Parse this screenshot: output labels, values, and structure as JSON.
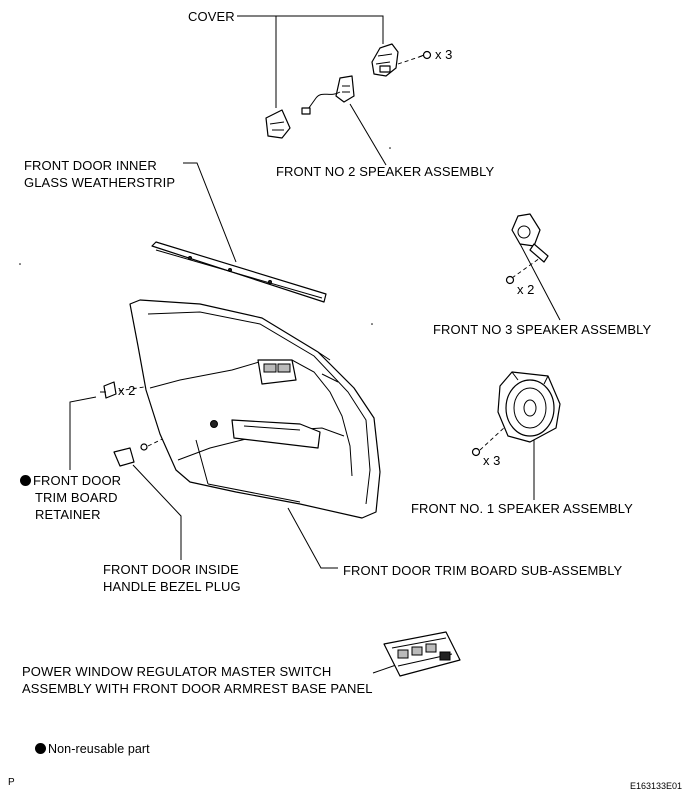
{
  "labels": {
    "cover": "COVER",
    "speaker2": "FRONT NO  2 SPEAKER ASSEMBLY",
    "weatherstrip_line1": "FRONT DOOR INNER",
    "weatherstrip_line2": "GLASS WEATHERSTRIP",
    "speaker3": "FRONT NO  3 SPEAKER ASSEMBLY",
    "retainer_line1": "FRONT DOOR",
    "retainer_line2": "TRIM BOARD",
    "retainer_line3": "RETAINER",
    "speaker1": "FRONT NO. 1 SPEAKER ASSEMBLY",
    "bezel_line1": "FRONT DOOR INSIDE",
    "bezel_line2": "HANDLE BEZEL PLUG",
    "trim_board": "FRONT DOOR TRIM BOARD SUB-ASSEMBLY",
    "switch_line1": "POWER WINDOW REGULATOR MASTER SWITCH",
    "switch_line2": "ASSEMBLY WITH FRONT DOOR ARMREST BASE PANEL"
  },
  "quantities": {
    "cover_screws": "x 3",
    "speaker3_screws": "x 2",
    "retainer_clips": "x 2",
    "speaker1_screws": "x 3"
  },
  "legend": {
    "non_reusable": "Non-reusable part"
  },
  "footer": {
    "left_mark": "P",
    "figure_id": "E163133E01"
  }
}
